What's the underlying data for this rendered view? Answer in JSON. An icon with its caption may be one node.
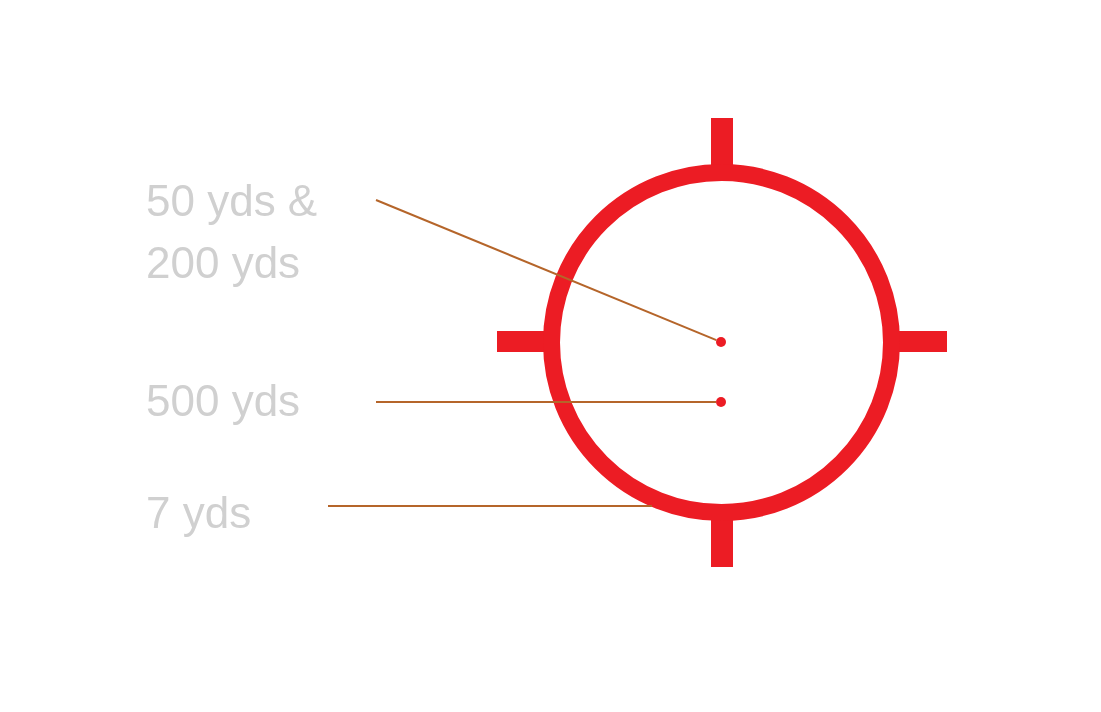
{
  "diagram": {
    "nodes": [
      {
        "text": [
          "50 yds & 200 yds"
        ]
      },
      {
        "text": [
          "500 yds"
        ]
      },
      {
        "text": [
          "7 yds"
        ]
      },
      {
        "text": [],
        "shape": "circle"
      },
      {
        "text": [],
        "shape": "circle",
        "in": 3
      },
      {
        "text": [],
        "shape": "circle",
        "in": 3
      }
    ],
    "edges": [
      {
        "from": 0,
        "to": 4,
        "arrow": "none"
      },
      {
        "from": 1,
        "to": 5,
        "arrow": "none"
      },
      {
        "from": 2,
        "to": 3,
        "arrow": "none"
      }
    ]
  }
}
